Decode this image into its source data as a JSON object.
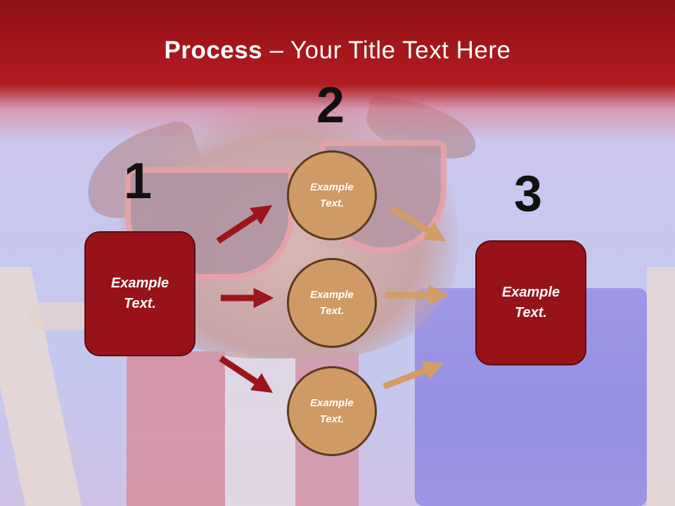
{
  "slide": {
    "title_bold": "Process",
    "title_rest": " – Your Title Text Here"
  },
  "steps": {
    "one": "1",
    "two": "2",
    "three": "3"
  },
  "boxes": {
    "left": "Example\nText.",
    "right": "Example\nText."
  },
  "circles": [
    {
      "label": "Example\nText."
    },
    {
      "label": "Example\nText."
    },
    {
      "label": "Example\nText."
    }
  ],
  "colors": {
    "title_band": "#a5171c",
    "box_fill": "#971319",
    "circle_fill": "#cf9a63",
    "arrow_dark": "#9c151b",
    "arrow_light": "#d49c66"
  },
  "background": {
    "icon": "dog-with-sunglasses-photo"
  }
}
